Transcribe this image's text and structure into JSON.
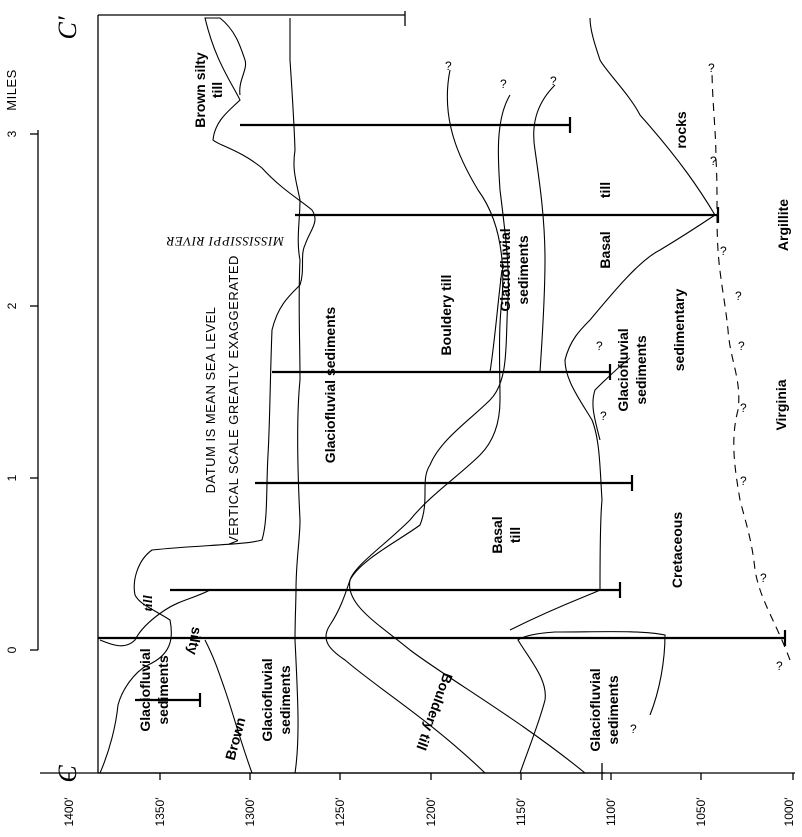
{
  "section": {
    "start_label": "C",
    "end_label": "C′",
    "datum_note": "DATUM IS MEAN SEA LEVEL",
    "scale_note": "VERTICAL SCALE GREATLY EXAGGERATED"
  },
  "elevation_axis": {
    "ticks": [
      "1400′",
      "1350′",
      "1300′",
      "1250′",
      "1200′",
      "1150′",
      "1100′",
      "1050′",
      "1000′"
    ]
  },
  "distance_axis": {
    "ticks": [
      "0",
      "1",
      "2",
      "3"
    ],
    "unit": "MILES"
  },
  "units": {
    "gf_upper_left": [
      "Glaciofluvial",
      "sediments"
    ],
    "brown_silty_till_left": [
      "Brown",
      "silty",
      "till"
    ],
    "brown_silty_till_right": [
      "Brown silty",
      "till"
    ],
    "gf_mid_left": [
      "Glaciofluvial",
      "sediments"
    ],
    "gf_main": "Glaciofluvial sediments",
    "river": "MISSISSIPPI RIVER",
    "bouldery_till_left": "Bouldery till",
    "bouldery_till_mid": "Bouldery till",
    "gf_right": [
      "Glaciofluvial",
      "sediments"
    ],
    "basal_till_left": [
      "Basal",
      "till"
    ],
    "basal_till_right": [
      "Basal",
      "till"
    ],
    "gf_lower_left": [
      "Glaciofluvial",
      "sediments"
    ],
    "gf_lower_mid": [
      "Glaciofluvial",
      "sediments"
    ],
    "cretaceous": "Cretaceous",
    "sedimentary": "sedimentary",
    "rocks": "rocks",
    "virginia": "Virginia",
    "argillite": "Argillite"
  },
  "uncertain_mark": "?"
}
